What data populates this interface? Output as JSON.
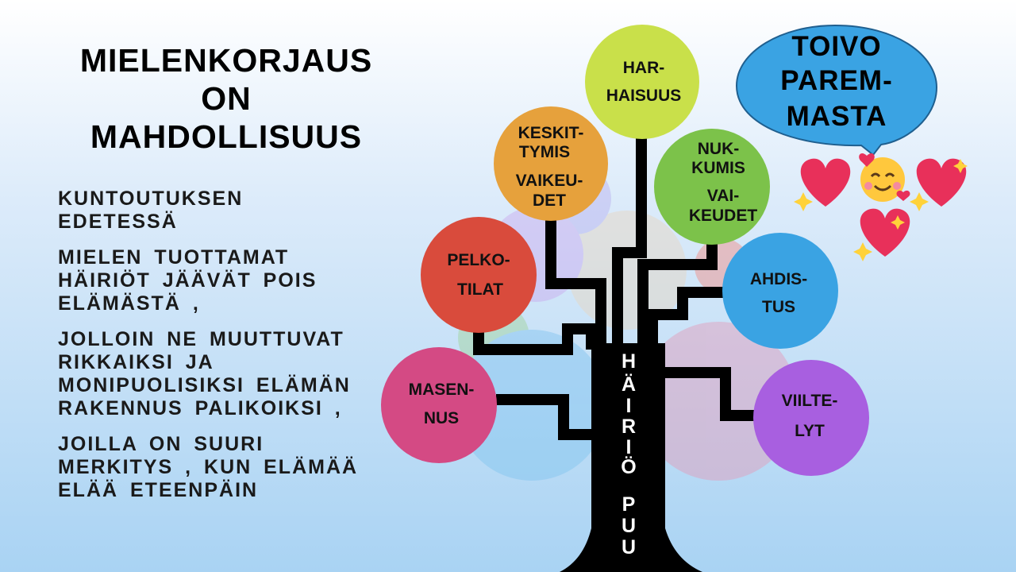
{
  "title": [
    "MIELENKORJAUS",
    "ON",
    "MAHDOLLISUUS"
  ],
  "paragraphs": [
    [
      "KUNTOUTUKSEN",
      "EDETESSÄ"
    ],
    [
      "MIELEN  TUOTTAMAT",
      "HÄIRIÖT  JÄÄVÄT  POIS",
      "ELÄMÄSTÄ ,"
    ],
    [
      "JOLLOIN  NE  MUUTTUVAT",
      "RIKKAIKSI  JA",
      "MONIPUOLISIKSI  ELÄMÄN",
      "RAKENNUS  PALIKOIKSI  ,"
    ],
    [
      "JOILLA  ON  SUURI",
      "MERKITYS , KUN  ELÄMÄÄ",
      "ELÄÄ  ETEENPÄIN"
    ]
  ],
  "trunk": {
    "word1": [
      "H",
      "Ä",
      "I",
      "R",
      "I",
      "Ö"
    ],
    "word2": [
      "P",
      "U",
      "U"
    ]
  },
  "nodes": [
    {
      "id": "harhaisuus",
      "lines": [
        "HAR-",
        "HAISUUS"
      ],
      "color": "#c9e04a"
    },
    {
      "id": "keskittymisvaikeudet",
      "lines": [
        "KESKIT-",
        "TYMIS",
        "VAIKEU-",
        "DET"
      ],
      "color": "#e6a13c"
    },
    {
      "id": "nukkumisvaikeudet",
      "lines": [
        "NUK-",
        "KUMIS",
        "VAI-",
        "KEUDET"
      ],
      "color": "#7cc24a"
    },
    {
      "id": "pelkotilat",
      "lines": [
        "PELKO-",
        "TILAT"
      ],
      "color": "#d94b3c"
    },
    {
      "id": "ahdistus",
      "lines": [
        "AHDIS-",
        "TUS"
      ],
      "color": "#3aa3e3"
    },
    {
      "id": "masennus",
      "lines": [
        "MASEN-",
        "NUS"
      ],
      "color": "#d44a84"
    },
    {
      "id": "viiltelyt",
      "lines": [
        "VIILTE-",
        "LYT"
      ],
      "color": "#a85fe0"
    }
  ],
  "speech_bubble": {
    "lines": [
      "TOIVO",
      "PAREM-",
      "MASTA"
    ],
    "color": "#3aa3e3"
  },
  "emojis": {
    "heart1": "💖",
    "smile": "🥰",
    "heart2": "💖",
    "heart3": "💖"
  }
}
